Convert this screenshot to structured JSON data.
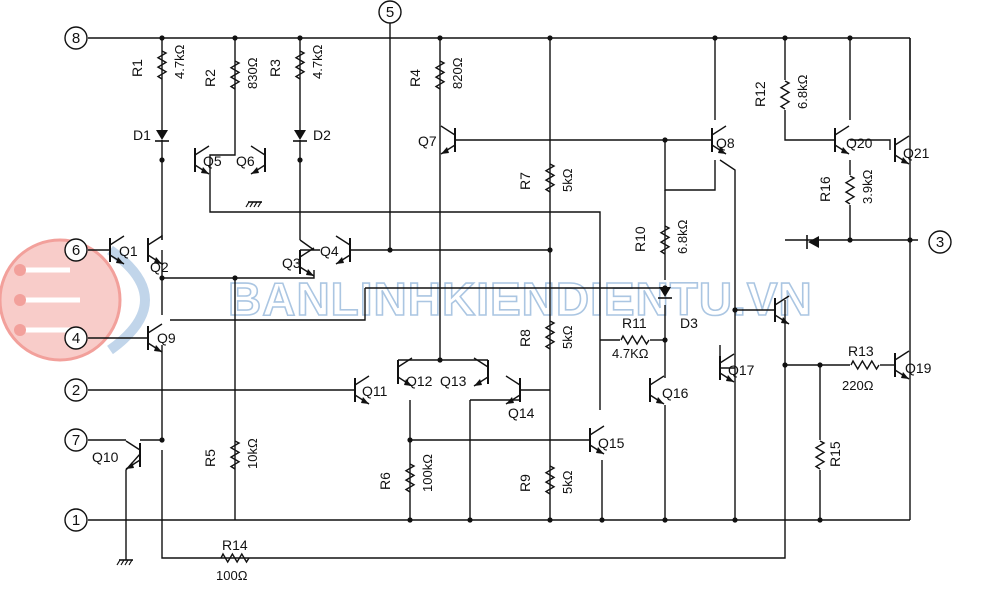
{
  "pins": [
    "8",
    "5",
    "6",
    "4",
    "2",
    "7",
    "1",
    "3"
  ],
  "transistors": {
    "q1": "Q1",
    "q2": "Q2",
    "q3": "Q3",
    "q4": "Q4",
    "q5": "Q5",
    "q6": "Q6",
    "q7": "Q7",
    "q8": "Q8",
    "q9": "Q9",
    "q10": "Q10",
    "q11": "Q11",
    "q12": "Q12",
    "q13": "Q13",
    "q14": "Q14",
    "q15": "Q15",
    "q16": "Q16",
    "q17": "Q17",
    "q19": "Q19",
    "q20": "Q20",
    "q21": "Q21"
  },
  "diodes": {
    "d1": "D1",
    "d2": "D2",
    "d3": "D3"
  },
  "resistors": {
    "r1": {
      "name": "R1",
      "value": "4.7kΩ"
    },
    "r2": {
      "name": "R2",
      "value": "830Ω"
    },
    "r3": {
      "name": "R3",
      "value": "4.7kΩ"
    },
    "r4": {
      "name": "R4",
      "value": "820Ω"
    },
    "r5": {
      "name": "R5",
      "value": "10kΩ"
    },
    "r6": {
      "name": "R6",
      "value": "100kΩ"
    },
    "r7": {
      "name": "R7",
      "value": "5kΩ"
    },
    "r8": {
      "name": "R8",
      "value": "5kΩ"
    },
    "r9": {
      "name": "R9",
      "value": "5kΩ"
    },
    "r10": {
      "name": "R10",
      "value": "6.8kΩ"
    },
    "r11": {
      "name": "R11",
      "value": "4.7KΩ"
    },
    "r12": {
      "name": "R12",
      "value": "6.8kΩ"
    },
    "r13": {
      "name": "R13",
      "value": "220Ω"
    },
    "r14": {
      "name": "R14",
      "value": "100Ω"
    },
    "r15": {
      "name": "R15",
      "value": ""
    },
    "r16": {
      "name": "R16",
      "value": "3.9kΩ"
    }
  },
  "watermark": "BANLINHKIENDIENTU.VN",
  "colors": {
    "line": "#111111",
    "watermark": "#8fb3d9",
    "logo": "#e8534a"
  }
}
